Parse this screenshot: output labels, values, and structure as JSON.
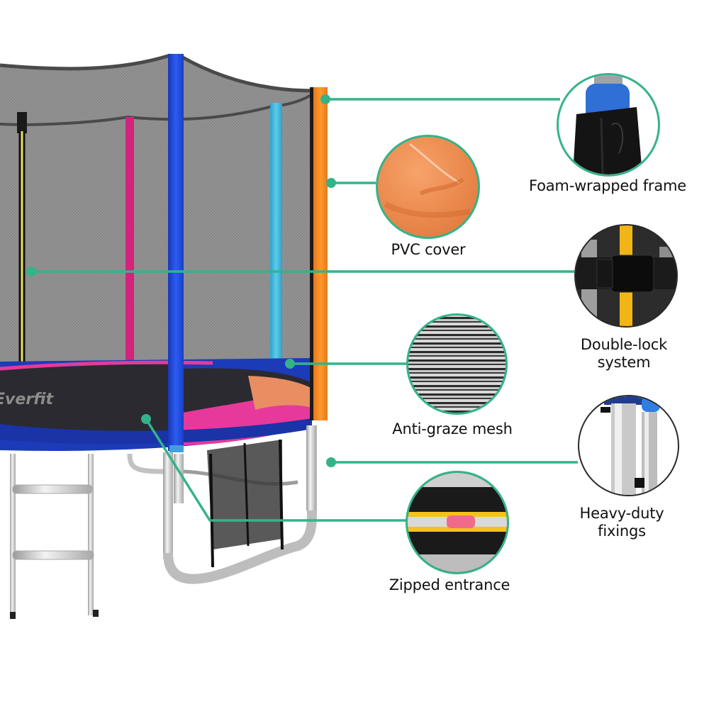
{
  "product": {
    "brand_logo_text": "Everfit",
    "subject": "round trampoline with safety enclosure net and ladder",
    "colors": {
      "accent_line": "#34b38a",
      "pole_blue": "#1f49d9",
      "pole_cyan": "#3fb6d8",
      "pole_orange": "#f28a1e",
      "pole_pink": "#d2237d",
      "frame_blue": "#1c3bb8",
      "mat": "#2a2a30",
      "net": "#8d8d8d"
    }
  },
  "callouts": [
    {
      "id": "foam-wrapped-frame",
      "label": "Foam-wrapped frame",
      "position": "right",
      "icon": "foam-pole-icon"
    },
    {
      "id": "pvc-cover",
      "label": "PVC cover",
      "position": "middle",
      "icon": "pvc-fabric-icon"
    },
    {
      "id": "double-lock-system",
      "label_line1": "Double-lock",
      "label_line2": "system",
      "position": "right",
      "icon": "buckle-icon"
    },
    {
      "id": "anti-graze-mesh",
      "label": "Anti-graze mesh",
      "position": "middle",
      "icon": "mesh-icon"
    },
    {
      "id": "heavy-duty-fixings",
      "label_line1": "Heavy-duty",
      "label_line2": "fixings",
      "position": "right",
      "icon": "fixings-icon"
    },
    {
      "id": "zipped-entrance",
      "label": "Zipped entrance",
      "position": "middle",
      "icon": "zipper-icon"
    }
  ]
}
